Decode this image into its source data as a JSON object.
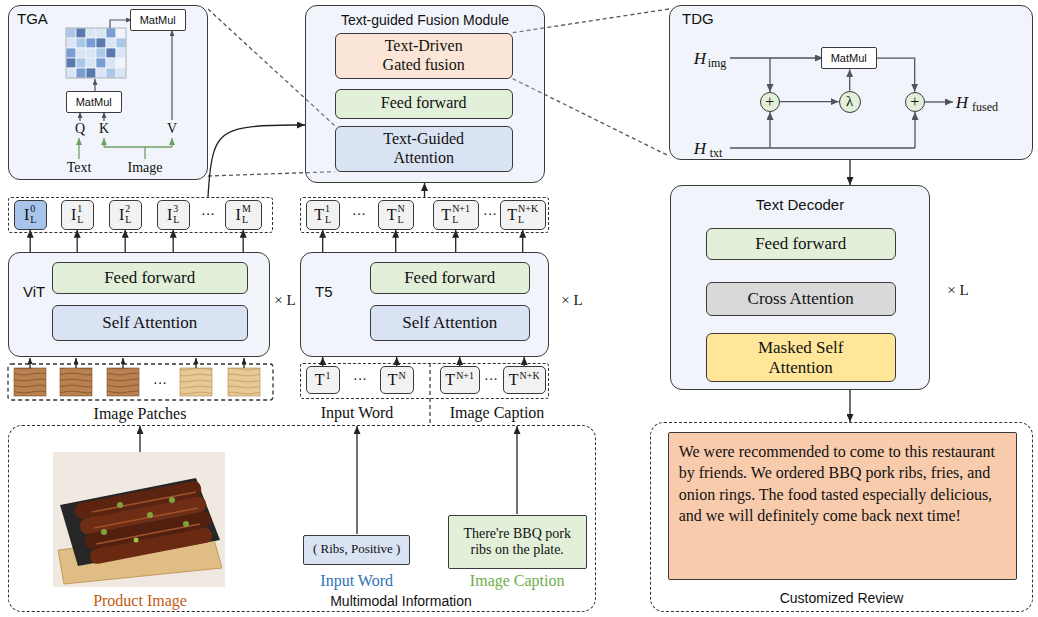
{
  "diagram": {
    "nodes": [
      {
        "text": [
          "TGA"
        ]
      },
      {
        "text": [
          "MatMul"
        ],
        "in": 0
      },
      {
        "text": [
          "MatMul"
        ],
        "in": 0
      },
      {
        "text": [
          "Text-guided Fusion Module"
        ]
      },
      {
        "text": [
          "Text-Driven Gated fusion"
        ],
        "in": 3
      },
      {
        "text": [
          "Feed forward"
        ],
        "in": 3
      },
      {
        "text": [
          "Text-Guided Attention"
        ],
        "in": 3
      },
      {
        "text": [
          "TDG"
        ]
      },
      {
        "text": [
          "MatMul"
        ],
        "in": 7
      },
      {
        "text": [
          "+"
        ],
        "in": 7
      },
      {
        "text": [
          "λ"
        ],
        "in": 7
      },
      {
        "text": [
          "+"
        ],
        "in": 7
      },
      {
        "text": []
      },
      {
        "text": [
          "I",
          "L",
          "0"
        ],
        "in": 12
      },
      {
        "text": [
          "I",
          "L",
          "1"
        ],
        "in": 12
      },
      {
        "text": [
          "I",
          "L",
          "2"
        ],
        "in": 12
      },
      {
        "text": [
          "I",
          "L",
          "3"
        ],
        "in": 12
      },
      {
        "text": [
          "I",
          "L",
          "M"
        ],
        "in": 12
      },
      {
        "text": []
      },
      {
        "text": [
          "T",
          "L",
          "1"
        ],
        "in": 18
      },
      {
        "text": [
          "T",
          "L",
          "N"
        ],
        "in": 18
      },
      {
        "text": [
          "T",
          "L",
          "N+1"
        ],
        "in": 18
      },
      {
        "text": [
          "T",
          "L",
          "N+K"
        ],
        "in": 18
      },
      {
        "text": [
          "ViT"
        ]
      },
      {
        "text": [
          "Feed forward"
        ],
        "in": 23
      },
      {
        "text": [
          "Self Attention"
        ],
        "in": 23
      },
      {
        "text": [
          "T5"
        ]
      },
      {
        "text": [
          "Feed forward"
        ],
        "in": 26
      },
      {
        "text": [
          "Self Attention"
        ],
        "in": 26
      },
      {
        "text": [
          "Text Decoder"
        ]
      },
      {
        "text": [
          "Feed forward"
        ],
        "in": 29
      },
      {
        "text": [
          "Cross Attention"
        ],
        "in": 29
      },
      {
        "text": [
          "Masked Self Attention"
        ],
        "in": 29
      },
      {
        "text": []
      },
      {
        "text": [
          "T",
          "1"
        ],
        "in": 33
      },
      {
        "text": [
          "T",
          "N"
        ],
        "in": 33
      },
      {
        "text": [
          "T",
          "N+1"
        ],
        "in": 33
      },
      {
        "text": [
          "T",
          "N+K"
        ],
        "in": 33
      },
      {
        "text": [
          "Multimodal Information"
        ]
      },
      {
        "text": [
          "( Ribs, Positive )",
          "Input Word"
        ],
        "in": 38
      },
      {
        "text": [
          "There're BBQ pork ribs on the plate.",
          "Image Caption"
        ],
        "in": 38
      },
      {
        "text": [
          "Customized Review"
        ]
      },
      {
        "text": [
          "We were recommended to come to this restaurant by friends. We ordered BBQ pork ribs, fries, and onion rings. The food tasted especially delicious, and we will definitely come back next time!"
        ],
        "in": 41
      }
    ],
    "edges": [
      {
        "from": 0,
        "to": 6,
        "arrow": "none"
      },
      {
        "from": 0,
        "to": 6,
        "arrow": "none"
      },
      {
        "from": 4,
        "to": 7,
        "arrow": "none"
      },
      {
        "from": 4,
        "to": 7,
        "arrow": "none"
      },
      {
        "from": 9,
        "to": 10,
        "arrow": "to"
      },
      {
        "from": 10,
        "to": 8,
        "arrow": "to"
      },
      {
        "from": 8,
        "to": 11,
        "arrow": "to"
      },
      {
        "from": 7,
        "to": 29,
        "arrow": "to"
      },
      {
        "from": 29,
        "to": 41,
        "arrow": "to"
      },
      {
        "from": 12,
        "to": 3,
        "arrow": "to"
      },
      {
        "from": 18,
        "to": 3,
        "arrow": "to"
      },
      {
        "from": 23,
        "to": 13,
        "arrow": "to"
      },
      {
        "from": 23,
        "to": 14,
        "arrow": "to"
      },
      {
        "from": 23,
        "to": 15,
        "arrow": "to"
      },
      {
        "from": 23,
        "to": 16,
        "arrow": "to"
      },
      {
        "from": 23,
        "to": 17,
        "arrow": "to"
      },
      {
        "from": 26,
        "to": 19,
        "arrow": "to"
      },
      {
        "from": 26,
        "to": 20,
        "arrow": "to"
      },
      {
        "from": 26,
        "to": 21,
        "arrow": "to"
      },
      {
        "from": 26,
        "to": 22,
        "arrow": "to"
      },
      {
        "from": 34,
        "to": 26,
        "arrow": "to"
      },
      {
        "from": 35,
        "to": 26,
        "arrow": "to"
      },
      {
        "from": 36,
        "to": 26,
        "arrow": "to"
      },
      {
        "from": 37,
        "to": 26,
        "arrow": "to"
      }
    ],
    "labels": [
      "Q",
      "K",
      "V",
      "Text",
      "Image",
      "H",
      "img",
      "H",
      "txt",
      "H",
      "fused",
      "···",
      "···",
      "···",
      "× L",
      "× L",
      "× L",
      "···",
      "···",
      "···",
      "Image Patches",
      "Input Word",
      "Image Caption",
      "Product Image"
    ]
  }
}
